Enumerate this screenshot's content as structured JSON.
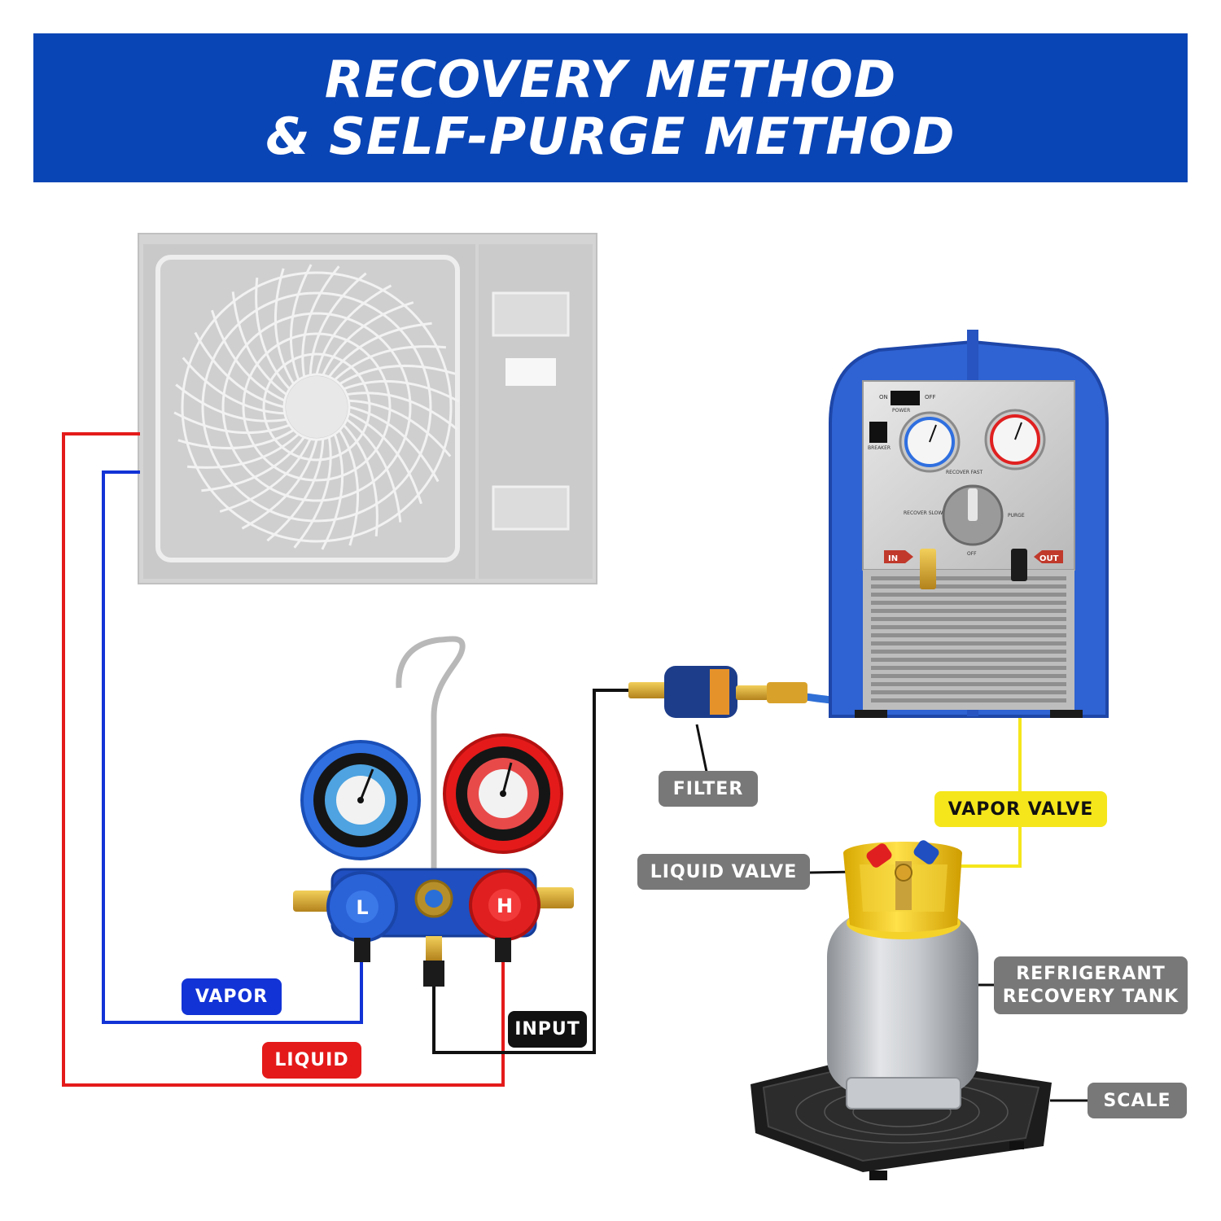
{
  "title": {
    "line1": "RECOVERY METHOD",
    "line2": "& SELF-PURGE METHOD"
  },
  "colors": {
    "banner": "#0a45b5",
    "vapor": "#1233d6",
    "liquid": "#e41a1a",
    "input": "#111111",
    "vapor_valve_line": "#f5e61b",
    "label_grey": "#787878"
  },
  "labels": {
    "vapor": "VAPOR",
    "liquid": "LIQUID",
    "input": "INPUT",
    "filter": "FILTER",
    "vapor_valve": "VAPOR VALVE",
    "liquid_valve": "LIQUID VALVE",
    "tank_line1": "REFRIGERANT",
    "tank_line2": "RECOVERY TANK",
    "scale": "SCALE"
  },
  "manifold": {
    "low_knob": "L",
    "high_knob": "H"
  },
  "recovery_machine": {
    "on": "ON",
    "off": "OFF",
    "power": "POWER",
    "breaker": "BREAKER",
    "recover_fast": "RECOVER FAST",
    "recover_slow": "RECOVER SLOW",
    "purge": "PURGE",
    "dial_off": "OFF",
    "in": "IN",
    "out": "OUT"
  },
  "icons": [
    "fan-grille-icon",
    "hook-icon",
    "pressure-gauge-icon",
    "filter-drier-icon",
    "tank-icon",
    "scale-icon"
  ]
}
